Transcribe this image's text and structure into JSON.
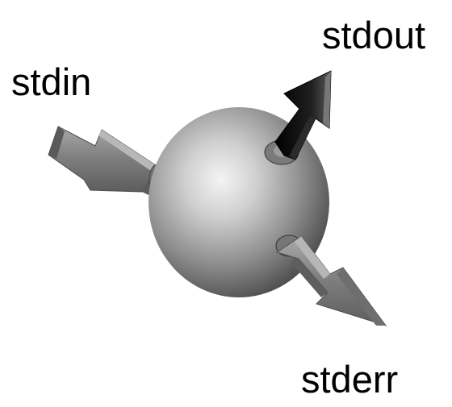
{
  "labels": {
    "stdin": "stdin",
    "stdout": "stdout",
    "stderr": "stderr"
  },
  "icons": {
    "process": "sphere-icon",
    "input": "arrow-in-icon",
    "output": "arrow-out-icon",
    "error": "arrow-err-icon"
  },
  "colors": {
    "background": "#ffffff",
    "sphere_light": "#f2f2f2",
    "sphere_mid": "#9a9a9a",
    "sphere_dark": "#3c3c3c",
    "arrow_gray": "#8a8a8a",
    "arrow_black": "#111111",
    "text": "#000000"
  }
}
